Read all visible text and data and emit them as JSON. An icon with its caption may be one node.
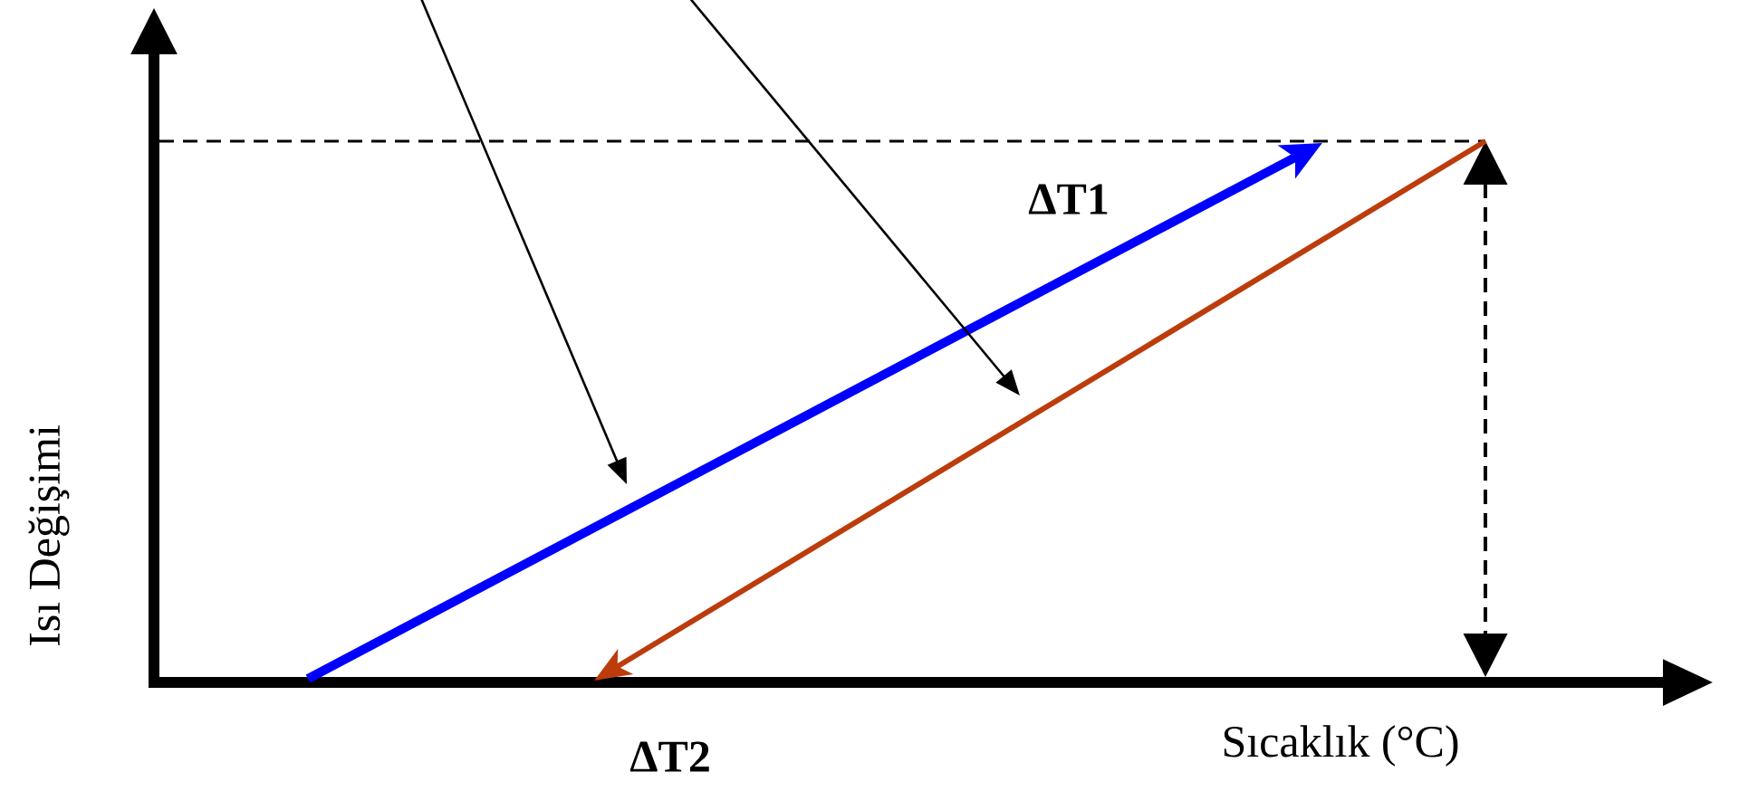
{
  "diagram": {
    "nodes": [
      {
        "text": [],
        "shape": "line"
      },
      {
        "text": [],
        "shape": "line"
      }
    ],
    "edges": [
      {
        "from": null,
        "to": 0,
        "arrow": "to"
      },
      {
        "from": null,
        "to": 1,
        "arrow": "to"
      }
    ],
    "labels": [
      "ΔT1",
      "ΔT2",
      "Sıcaklık (°C)",
      "Isı Değişimi"
    ]
  }
}
